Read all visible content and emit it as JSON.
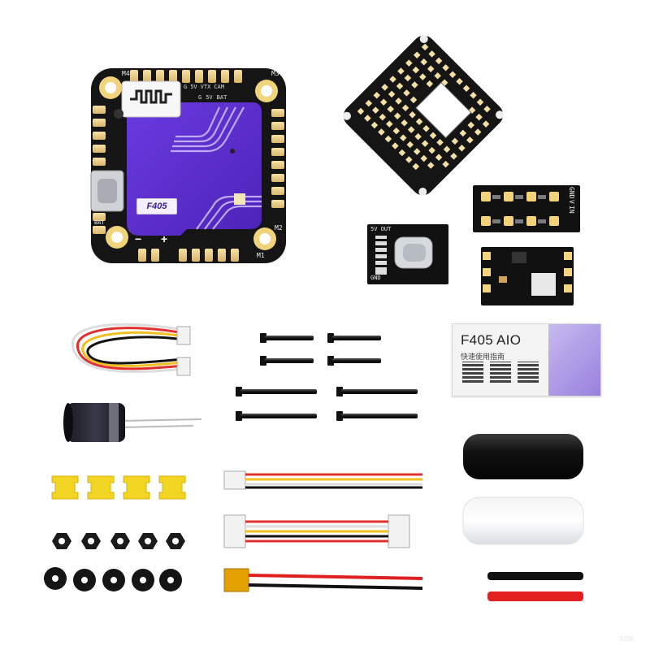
{
  "board": {
    "name": "F405",
    "pads_top": [
      "G",
      "5V",
      "VTX",
      "CAM",
      "G",
      "5V",
      "BAT"
    ],
    "corner_top_left": "M4",
    "corner_bottom_right": "M2",
    "corner_bottom_right_low": "M1",
    "corner_top_right": "M3",
    "pad_left": "BAT",
    "polarity_minus": "−",
    "polarity_plus": "+"
  },
  "usb_adapter": {
    "label_top": "5V OUT",
    "label_bottom": "GND"
  },
  "led_strip": {
    "labels": [
      "GND",
      "V",
      "IN"
    ]
  },
  "manual": {
    "title": "F405 AIO",
    "subtitle": "快速使用指南"
  },
  "watermark": "3338"
}
